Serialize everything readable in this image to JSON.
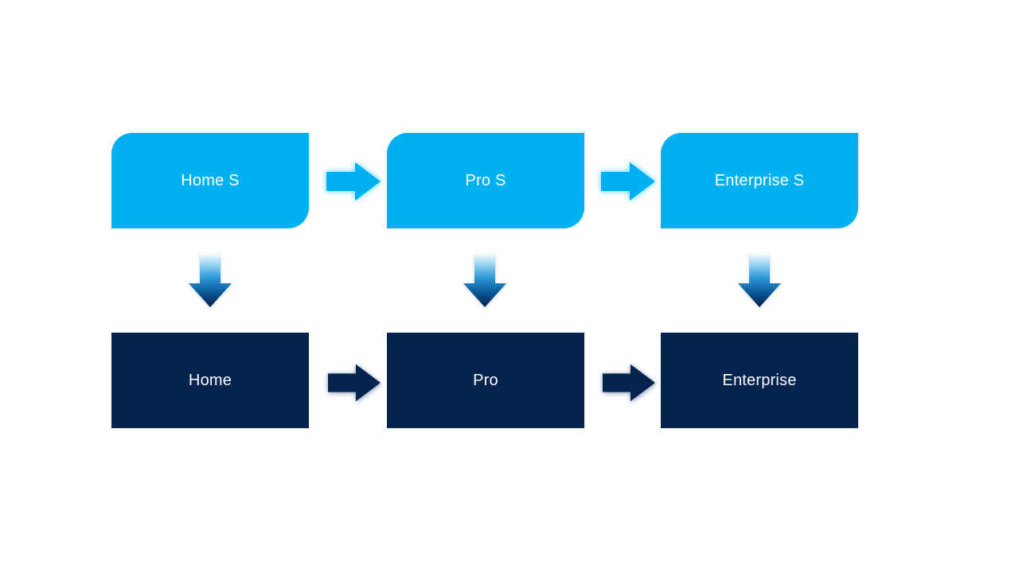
{
  "diagram": {
    "background_color": "#ffffff",
    "colors": {
      "top_box_fill": "#00b0f0",
      "bottom_box_fill": "#04234d",
      "label_text": "#ffffff",
      "top_arrow_fill": "#00b0f0",
      "bottom_arrow_fill": "#04234d",
      "down_arrow_gradient_start": "#ffffff",
      "down_arrow_gradient_mid": "#2f9ad8",
      "down_arrow_gradient_end": "#041f47"
    },
    "columns": [
      {
        "top_label": "Home S",
        "bottom_label": "Home"
      },
      {
        "top_label": "Pro S",
        "bottom_label": "Pro"
      },
      {
        "top_label": "Enterprise S",
        "bottom_label": "Enterprise"
      }
    ],
    "icons": {
      "horizontal_connector": "right-arrow",
      "vertical_connector": "down-arrow"
    }
  }
}
